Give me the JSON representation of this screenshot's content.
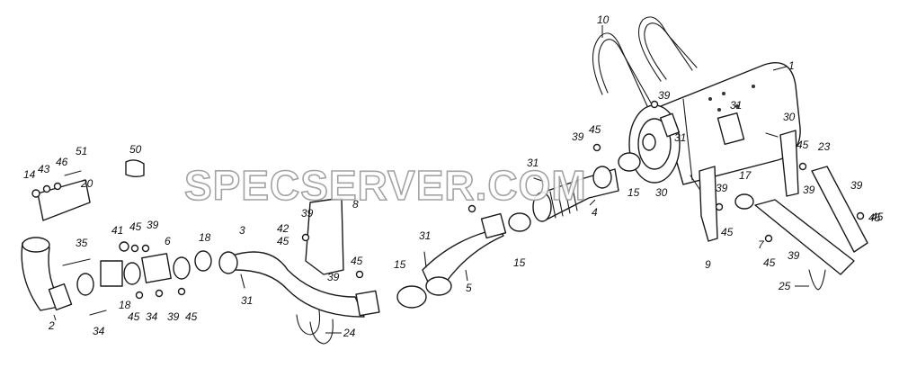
{
  "watermark": "SPECSERVER.COM",
  "callouts": [
    {
      "text": "1"
    },
    {
      "text": "10"
    },
    {
      "text": "39"
    },
    {
      "text": "31"
    },
    {
      "text": "31"
    },
    {
      "text": "30"
    },
    {
      "text": "45"
    },
    {
      "text": "23"
    },
    {
      "text": "39"
    },
    {
      "text": "45"
    },
    {
      "text": "31"
    },
    {
      "text": "39"
    },
    {
      "text": "45"
    },
    {
      "text": "15"
    },
    {
      "text": "30"
    },
    {
      "text": "4"
    },
    {
      "text": "17"
    },
    {
      "text": "39"
    },
    {
      "text": "45"
    },
    {
      "text": "39"
    },
    {
      "text": "45"
    },
    {
      "text": "9"
    },
    {
      "text": "7"
    },
    {
      "text": "45"
    },
    {
      "text": "39"
    },
    {
      "text": "25"
    },
    {
      "text": "31"
    },
    {
      "text": "15"
    },
    {
      "text": "15"
    },
    {
      "text": "5"
    },
    {
      "text": "50"
    },
    {
      "text": "51"
    },
    {
      "text": "46"
    },
    {
      "text": "43"
    },
    {
      "text": "14"
    },
    {
      "text": "20"
    },
    {
      "text": "35"
    },
    {
      "text": "2"
    },
    {
      "text": "34"
    },
    {
      "text": "41"
    },
    {
      "text": "45"
    },
    {
      "text": "39"
    },
    {
      "text": "6"
    },
    {
      "text": "18"
    },
    {
      "text": "18"
    },
    {
      "text": "45"
    },
    {
      "text": "34"
    },
    {
      "text": "39"
    },
    {
      "text": "45"
    },
    {
      "text": "3"
    },
    {
      "text": "31"
    },
    {
      "text": "42"
    },
    {
      "text": "39"
    },
    {
      "text": "45"
    },
    {
      "text": "8"
    },
    {
      "text": "39"
    },
    {
      "text": "45"
    },
    {
      "text": "24"
    }
  ]
}
